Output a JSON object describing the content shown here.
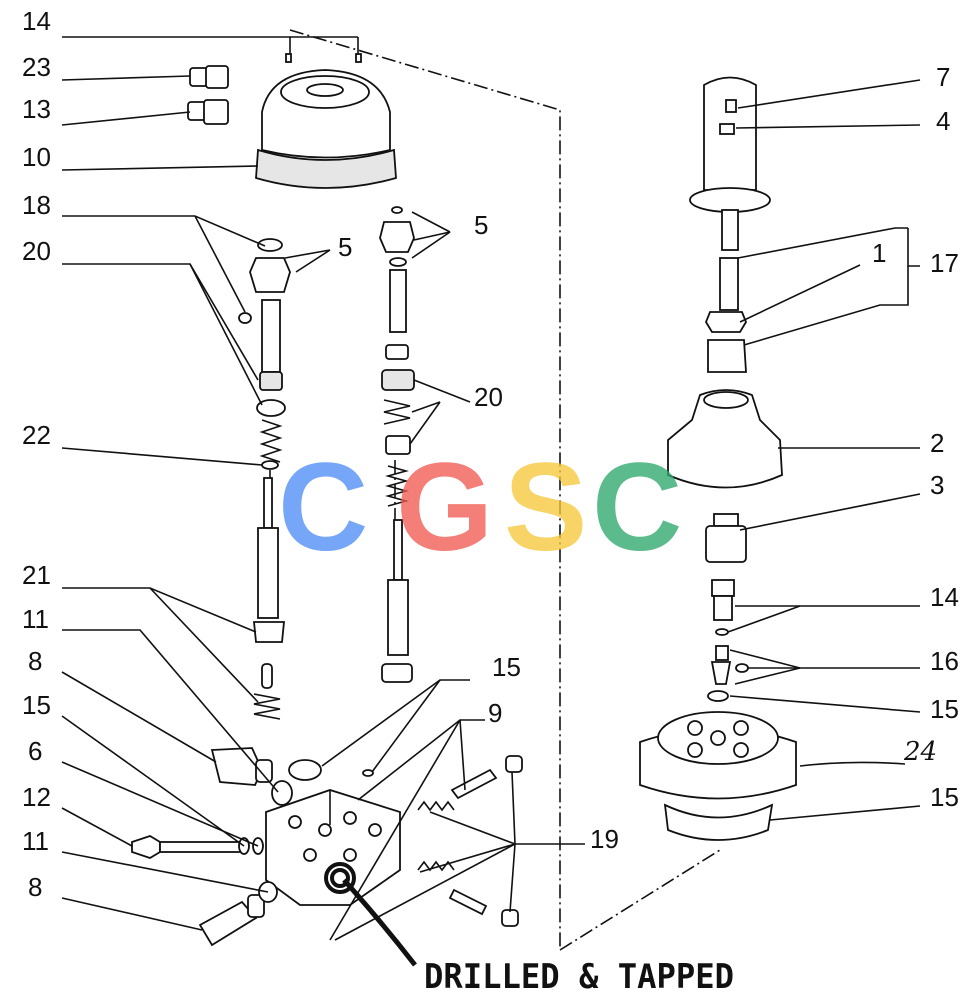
{
  "callouts": {
    "left": [
      "14",
      "23",
      "13",
      "10",
      "18",
      "20",
      "22",
      "21",
      "11",
      "8",
      "15",
      "6",
      "12",
      "11",
      "8"
    ],
    "middle": [
      "5",
      "5",
      "20",
      "15",
      "9",
      "19"
    ],
    "right": [
      "7",
      "4",
      "1",
      "17",
      "2",
      "3",
      "14",
      "16",
      "15",
      "15"
    ],
    "handwritten": "24"
  },
  "annotation": {
    "text": "DRILLED & TAPPED"
  },
  "watermark": {
    "text": "CGSC",
    "colors": [
      "#4f8ef7",
      "#f25c54",
      "#f7c93d",
      "#2fa86e"
    ]
  }
}
